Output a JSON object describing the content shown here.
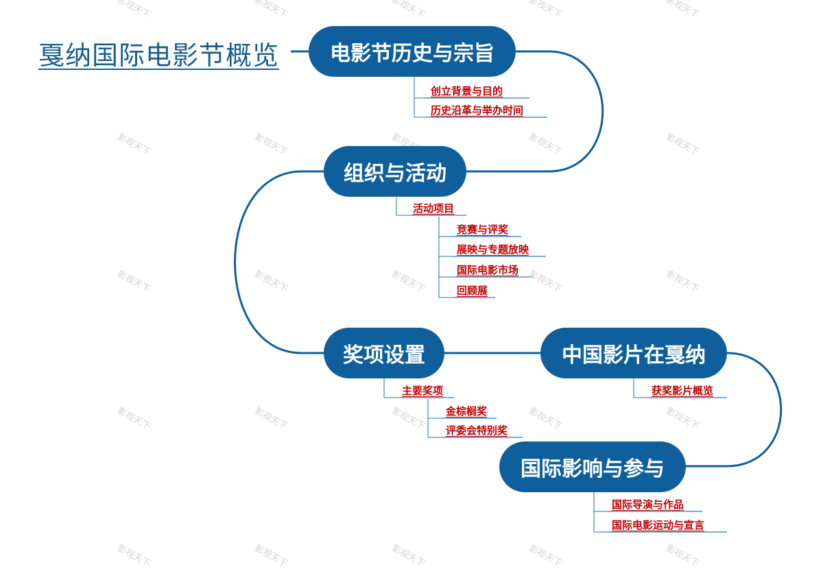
{
  "root": {
    "title": "戛纳国际电影节概览"
  },
  "topics": [
    {
      "id": "history",
      "label": "电影节历史与宗旨",
      "children": [
        {
          "label": "创立背景与目的"
        },
        {
          "label": "历史沿革与举办时间"
        }
      ]
    },
    {
      "id": "org",
      "label": "组织与活动",
      "children": [
        {
          "label": "活动项目",
          "children": [
            {
              "label": "竞赛与评奖"
            },
            {
              "label": "展映与专题放映"
            },
            {
              "label": "国际电影市场"
            },
            {
              "label": "回顾展"
            }
          ]
        }
      ]
    },
    {
      "id": "awards",
      "label": "奖项设置",
      "children": [
        {
          "label": "主要奖项",
          "children": [
            {
              "label": "金棕榈奖"
            },
            {
              "label": "评委会特别奖"
            }
          ]
        }
      ]
    },
    {
      "id": "china",
      "label": "中国影片在戛纳",
      "children": [
        {
          "label": "获奖影片概览"
        }
      ]
    },
    {
      "id": "intl",
      "label": "国际影响与参与",
      "children": [
        {
          "label": "国际导演与作品"
        },
        {
          "label": "国际电影运动与宣言"
        }
      ]
    }
  ],
  "watermark": "影视天下",
  "colors": {
    "topic_fill": "#0e5f9b",
    "connector": "#0e5f9b",
    "leaf_text": "#c00000",
    "leaf_line": "#4a8fd0",
    "title": "#1a5f8a"
  }
}
